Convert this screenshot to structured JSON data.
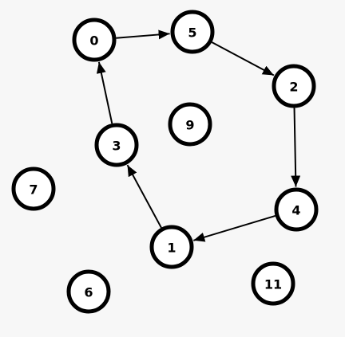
{
  "graph": {
    "colors": {
      "background": "#f7f7f7",
      "node_fill": "#ffffff",
      "stroke": "#000000",
      "label": "#000000"
    },
    "nodes": [
      {
        "id": "0",
        "label": "0"
      },
      {
        "id": "5",
        "label": "5"
      },
      {
        "id": "2",
        "label": "2"
      },
      {
        "id": "9",
        "label": "9"
      },
      {
        "id": "3",
        "label": "3"
      },
      {
        "id": "7",
        "label": "7"
      },
      {
        "id": "4",
        "label": "4"
      },
      {
        "id": "1",
        "label": "1"
      },
      {
        "id": "6",
        "label": "6"
      },
      {
        "id": "11",
        "label": "11"
      }
    ],
    "edges": [
      {
        "from": "0",
        "to": "5"
      },
      {
        "from": "5",
        "to": "2"
      },
      {
        "from": "2",
        "to": "4"
      },
      {
        "from": "4",
        "to": "1"
      },
      {
        "from": "1",
        "to": "3"
      },
      {
        "from": "3",
        "to": "0"
      }
    ]
  }
}
